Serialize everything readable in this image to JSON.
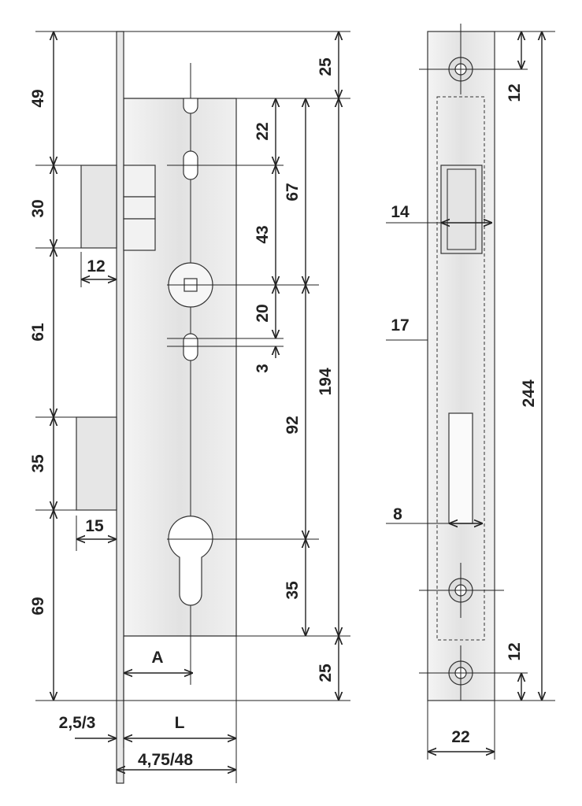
{
  "drawing": {
    "left_view": {
      "vertical_left": [
        "49",
        "30",
        "61",
        "35",
        "69"
      ],
      "latch_width": "12",
      "deadbolt_width": "15",
      "faceplate_thickness": "2,5/3",
      "backset_a": "A",
      "length_l": "L",
      "total_depth": "4,75/48",
      "right_inner": [
        "22",
        "43",
        "20",
        "3"
      ],
      "right_middle": [
        "67",
        "92",
        "35"
      ],
      "right_outer": [
        "25",
        "194",
        "25"
      ]
    },
    "front_view": {
      "latch_opening": "14",
      "faceplate_width_label": "17",
      "bolt_opening": "8",
      "screw_top": "12",
      "screw_bottom": "12",
      "total_height": "244",
      "width": "22"
    }
  }
}
